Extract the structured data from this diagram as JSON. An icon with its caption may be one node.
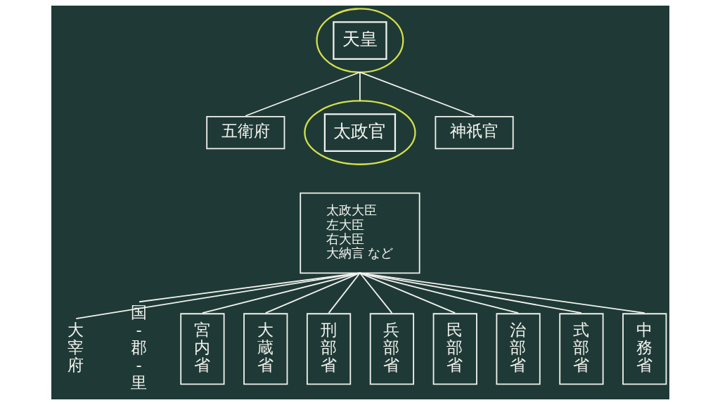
{
  "diagram": {
    "nodes": [
      {
        "text": [
          "天皇"
        ]
      },
      {
        "text": [
          "五衛府"
        ]
      },
      {
        "text": [
          "太政官"
        ]
      },
      {
        "text": [
          "神祇官"
        ]
      },
      {
        "text": [
          "太政大臣",
          "左大臣",
          "右大臣",
          "大納言 など"
        ]
      },
      {
        "text": [
          "大宰府"
        ]
      },
      {
        "text": [
          "国-郡-里"
        ]
      },
      {
        "text": [
          "宮内省"
        ]
      },
      {
        "text": [
          "大蔵省"
        ]
      },
      {
        "text": [
          "刑部省"
        ]
      },
      {
        "text": [
          "兵部省"
        ]
      },
      {
        "text": [
          "民部省"
        ]
      },
      {
        "text": [
          "治部省"
        ]
      },
      {
        "text": [
          "式部省"
        ]
      },
      {
        "text": [
          "中務省"
        ]
      }
    ],
    "edges": [
      {
        "from": 0,
        "to": 1,
        "arrow": "none"
      },
      {
        "from": 0,
        "to": 2,
        "arrow": "none"
      },
      {
        "from": 0,
        "to": 3,
        "arrow": "none"
      },
      {
        "from": 4,
        "to": 5,
        "arrow": "none"
      },
      {
        "from": 4,
        "to": 6,
        "arrow": "none"
      },
      {
        "from": 4,
        "to": 7,
        "arrow": "none"
      },
      {
        "from": 4,
        "to": 8,
        "arrow": "none"
      },
      {
        "from": 4,
        "to": 9,
        "arrow": "none"
      },
      {
        "from": 4,
        "to": 10,
        "arrow": "none"
      },
      {
        "from": 4,
        "to": 11,
        "arrow": "none"
      },
      {
        "from": 4,
        "to": 12,
        "arrow": "none"
      },
      {
        "from": 4,
        "to": 13,
        "arrow": "none"
      },
      {
        "from": 4,
        "to": 14,
        "arrow": "none"
      }
    ]
  }
}
